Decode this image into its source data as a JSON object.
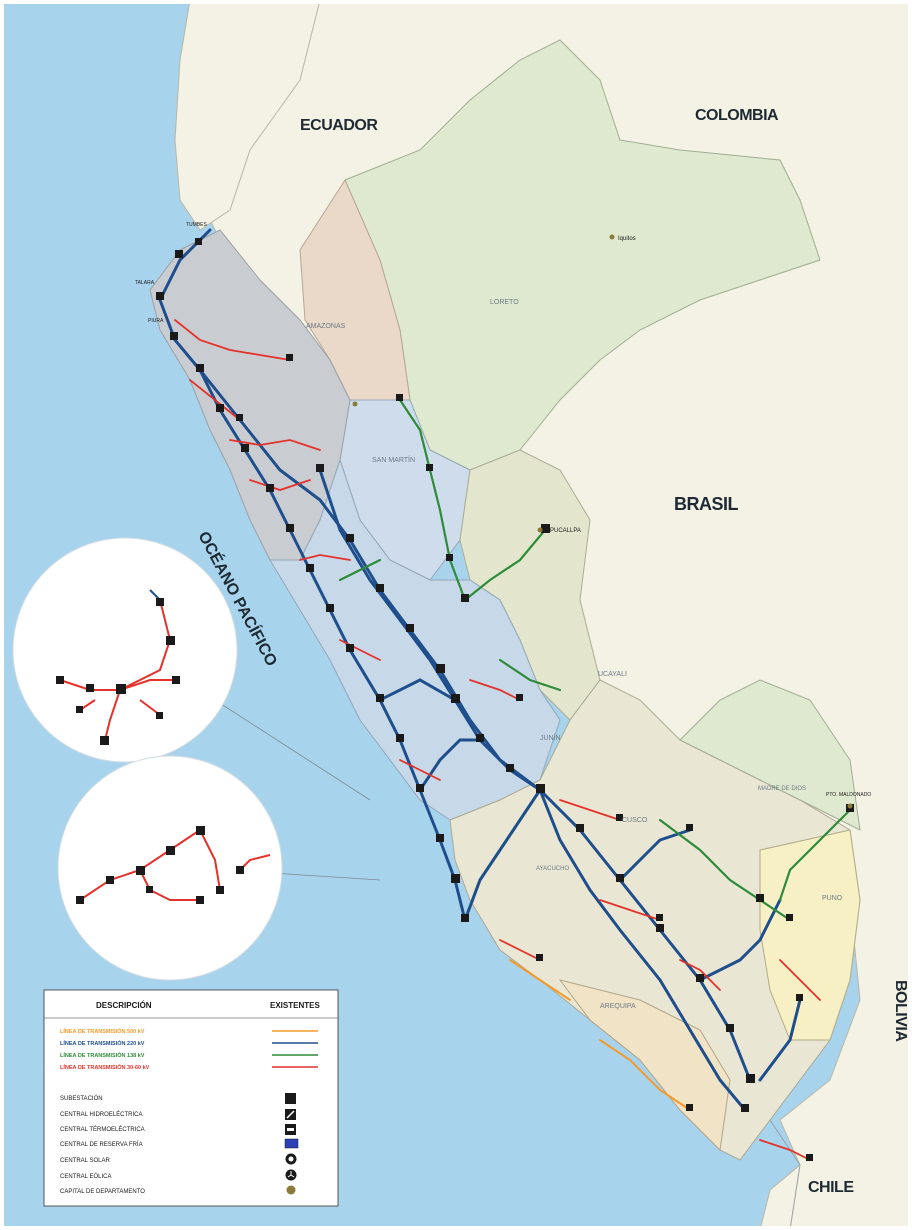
{
  "countries": {
    "ecuador": "ECUADOR",
    "colombia": "COLOMBIA",
    "brasil": "BRASIL",
    "bolivia": "BOLIVIA",
    "chile": "CHILE"
  },
  "ocean_label": "OCÉANO PACÍFICO",
  "regions": {
    "loreto": "LORETO",
    "amazonas": "AMAZONAS",
    "san_martin": "SAN MARTÍN",
    "ucayali": "UCAYALI",
    "madre_de_dios": "MADRE DE DIOS",
    "cusco": "CUSCO",
    "puno": "PUNO",
    "arequipa": "AREQUIPA",
    "junin": "JUNÍN",
    "ayacucho": "AYACUCHO"
  },
  "places": {
    "iquitos": "Iquitos",
    "pucallpa": "PUCALLPA",
    "puerto_maldonado": "PTO. MALDONADO",
    "talara": "TALARA",
    "piura": "PIURA",
    "tumbes": "TUMBES"
  },
  "legend": {
    "header_description": "DESCRIPCIÓN",
    "header_existing": "EXISTENTES",
    "lines": [
      {
        "label": "LÍNEA DE TRANSMISIÓN 500 kV",
        "color": "#f39a2b"
      },
      {
        "label": "LÍNEA DE TRANSMISIÓN 220 kV",
        "color": "#1f4e8c"
      },
      {
        "label": "LÍNEA DE TRANSMISIÓN 138 kV",
        "color": "#2e8b3a"
      },
      {
        "label": "LÍNEA DE TRANSMISIÓN 30-60 kV",
        "color": "#e4322b"
      }
    ],
    "symbols": [
      {
        "label": "SUBESTACIÓN",
        "icon": "substation-square-icon"
      },
      {
        "label": "CENTRAL HIDROELÉCTRICA",
        "icon": "hydro-plant-icon"
      },
      {
        "label": "CENTRAL TÉRMOELÉCTRICA",
        "icon": "thermal-plant-icon"
      },
      {
        "label": "CENTRAL DE RESERVA FRÍA",
        "icon": "cold-reserve-icon"
      },
      {
        "label": "CENTRAL SOLAR",
        "icon": "solar-plant-icon"
      },
      {
        "label": "CENTRAL EÓLICA",
        "icon": "wind-plant-icon"
      },
      {
        "label": "CAPITAL DE DEPARTAMENTO",
        "icon": "capital-dot-icon"
      }
    ]
  },
  "colors": {
    "ocean": "#a8d3ec",
    "land_foreign": "#f4f2e4",
    "loreto": "#dfe9cf",
    "peru_west": "#c9cdd1",
    "peru_central": "#c7d9e8",
    "peru_south": "#e9e6d3",
    "line_500": "#f39a2b",
    "line_220": "#1f4e8c",
    "line_138": "#2e8b3a",
    "line_low": "#e4322b"
  }
}
